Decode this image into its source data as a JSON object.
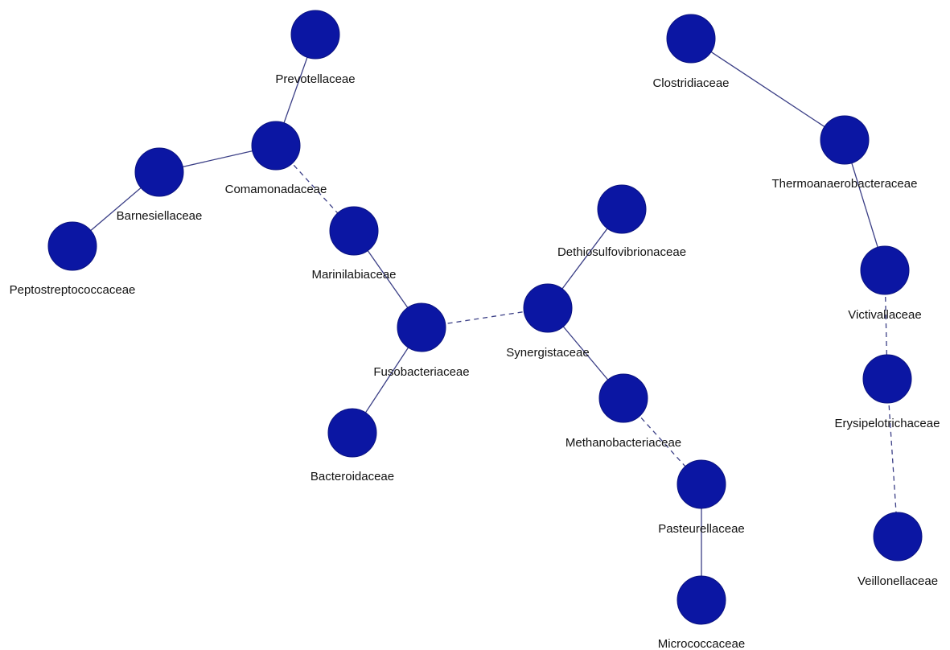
{
  "nodes": [
    {
      "id": "prevotellaceae",
      "label": "Prevotellaceae"
    },
    {
      "id": "comamonadaceae",
      "label": "Comamonadaceae"
    },
    {
      "id": "barnesiellaceae",
      "label": "Barnesiellaceae"
    },
    {
      "id": "peptostreptococcaceae",
      "label": "Peptostreptococcaceae"
    },
    {
      "id": "marinilabiaceae",
      "label": "Marinilabiaceae"
    },
    {
      "id": "fusobacteriaceae",
      "label": "Fusobacteriaceae"
    },
    {
      "id": "bacteroidaceae",
      "label": "Bacteroidaceae"
    },
    {
      "id": "dethiosulfovibrionaceae",
      "label": "Dethiosulfovibrionaceae"
    },
    {
      "id": "synergistaceae",
      "label": "Synergistaceae"
    },
    {
      "id": "methanobacteriaceae",
      "label": "Methanobacteriaceae"
    },
    {
      "id": "pasteurellaceae",
      "label": "Pasteurellaceae"
    },
    {
      "id": "micrococcaceae",
      "label": "Micrococcaceae"
    },
    {
      "id": "clostridiaceae",
      "label": "Clostridiaceae"
    },
    {
      "id": "thermoanaerobacteraceae",
      "label": "Thermoanaerobacteraceae"
    },
    {
      "id": "victivallaceae",
      "label": "Victivallaceae"
    },
    {
      "id": "erysipelotrichaceae",
      "label": "Erysipelotrichaceae"
    },
    {
      "id": "veillonellaceae",
      "label": "Veillonellaceae"
    }
  ],
  "edges": [
    {
      "source": "prevotellaceae",
      "target": "comamonadaceae",
      "style": "solid"
    },
    {
      "source": "comamonadaceae",
      "target": "barnesiellaceae",
      "style": "solid"
    },
    {
      "source": "barnesiellaceae",
      "target": "peptostreptococcaceae",
      "style": "solid"
    },
    {
      "source": "comamonadaceae",
      "target": "marinilabiaceae",
      "style": "dashed"
    },
    {
      "source": "marinilabiaceae",
      "target": "fusobacteriaceae",
      "style": "solid"
    },
    {
      "source": "fusobacteriaceae",
      "target": "bacteroidaceae",
      "style": "solid"
    },
    {
      "source": "fusobacteriaceae",
      "target": "synergistaceae",
      "style": "dashed"
    },
    {
      "source": "synergistaceae",
      "target": "dethiosulfovibrionaceae",
      "style": "solid"
    },
    {
      "source": "synergistaceae",
      "target": "methanobacteriaceae",
      "style": "solid"
    },
    {
      "source": "methanobacteriaceae",
      "target": "pasteurellaceae",
      "style": "dashed"
    },
    {
      "source": "pasteurellaceae",
      "target": "micrococcaceae",
      "style": "solid"
    },
    {
      "source": "clostridiaceae",
      "target": "thermoanaerobacteraceae",
      "style": "solid"
    },
    {
      "source": "thermoanaerobacteraceae",
      "target": "victivallaceae",
      "style": "solid"
    },
    {
      "source": "victivallaceae",
      "target": "erysipelotrichaceae",
      "style": "dashed"
    },
    {
      "source": "erysipelotrichaceae",
      "target": "veillonellaceae",
      "style": "dashed"
    }
  ],
  "colors": {
    "node_fill": "#0b16a3",
    "edge": "#3b3f86",
    "label": "#111111",
    "background": "#ffffff"
  }
}
